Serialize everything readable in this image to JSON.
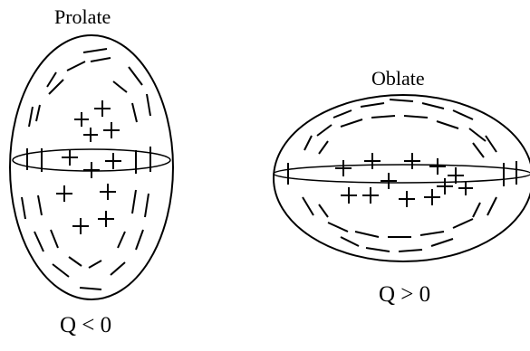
{
  "prolate": {
    "title": "Prolate",
    "quadrupole_label": "Q < 0"
  },
  "oblate": {
    "title": "Oblate",
    "quadrupole_label": "Q > 0"
  },
  "colors": {
    "ink": "#000000",
    "background": "#ffffff"
  }
}
